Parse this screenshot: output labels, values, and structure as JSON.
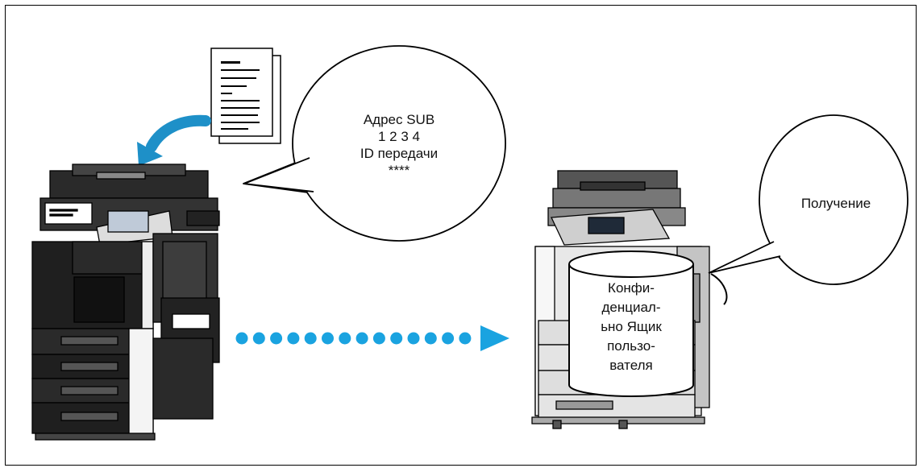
{
  "sender_bubble": {
    "line1": "Адрес SUB",
    "line2": "1 2 3 4",
    "line3": "ID передачи",
    "line4": "****"
  },
  "receiver_bubble": {
    "label": "Получение"
  },
  "user_box": {
    "line1": "Конфи-",
    "line2": "денциал-",
    "line3": "ьно Ящик",
    "line4": "пользо-",
    "line5": "вателя"
  },
  "colors": {
    "transfer_arrow": "#1aa3e0",
    "outline": "#000000"
  },
  "icons": [
    "document-icon",
    "curved-arrow-icon",
    "sender-mfp-icon",
    "receiver-mfp-icon",
    "dotted-arrow-icon"
  ]
}
